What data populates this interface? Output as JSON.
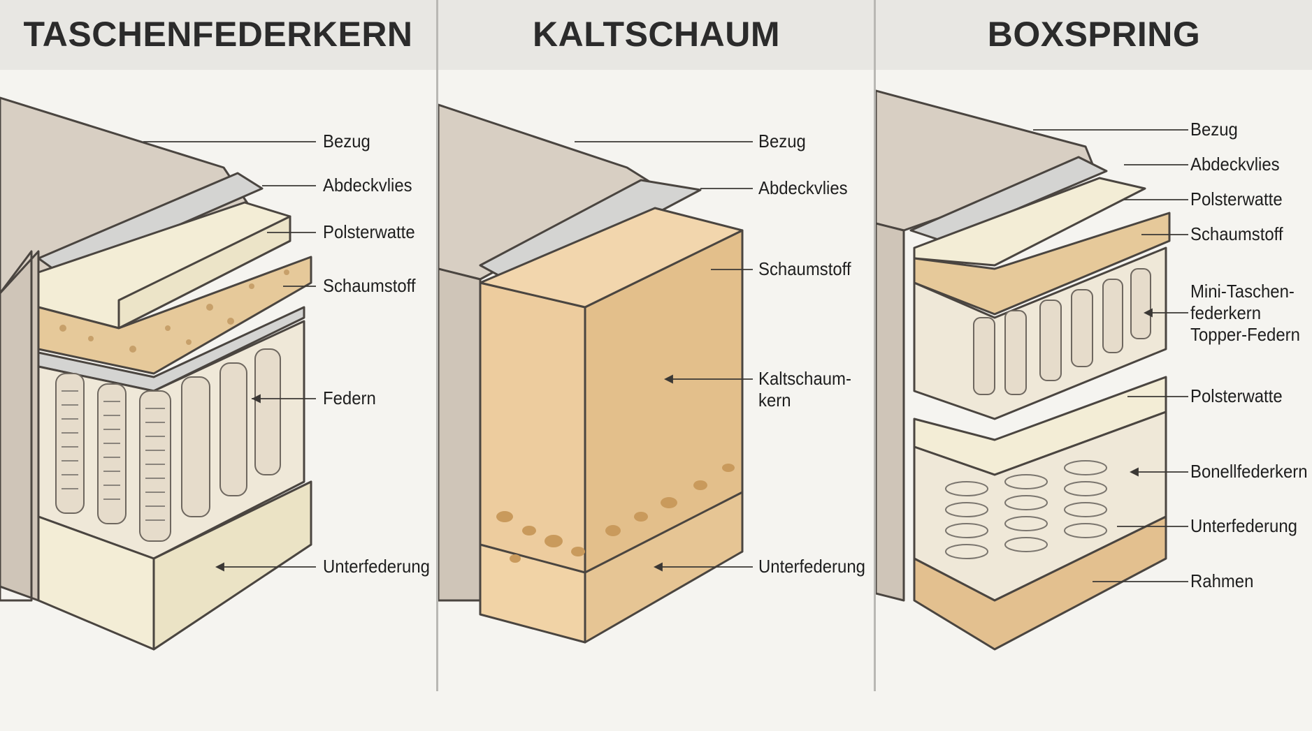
{
  "panels": [
    {
      "title": "TASCHENFEDERKERN",
      "labels": [
        "Bezug",
        "Abdeckvlies",
        "Polsterwatte",
        "Schaumstoff",
        "Federn",
        "Unterfederung"
      ]
    },
    {
      "title": "KALTSCHAUM",
      "labels": [
        "Bezug",
        "Abdeckvlies",
        "Schaumstoff",
        "Kaltschaum-\nkern",
        "Unterfederung"
      ]
    },
    {
      "title": "BOXSPRING",
      "labels": [
        "Bezug",
        "Abdeckvlies",
        "Polsterwatte",
        "Schaumstoff",
        "Mini-Taschen-\nfederkern\nTopper-Federn",
        "Polsterwatte",
        "Bonellfederkern",
        "Unterfederung",
        "Rahmen"
      ]
    }
  ],
  "colors": {
    "background": "#f5f4f0",
    "title_band": "#e8e7e3",
    "fabric": "#d8cfc3",
    "fleece": "#d4d4d2",
    "wadding": "#f3edd6",
    "foam": "#e6c99a",
    "coldfoam": "#edcc9e",
    "wood": "#e3c08f",
    "outline": "#4a4540"
  },
  "icons": [
    "pocket-spring-icon",
    "bonnell-spring-icon",
    "wooden-frame-icon"
  ]
}
